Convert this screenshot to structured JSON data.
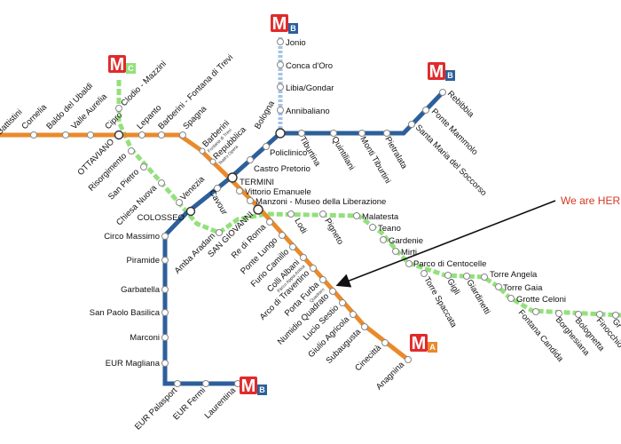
{
  "colors": {
    "line_a": "#e98a2b",
    "line_b": "#2d5f9a",
    "line_b1": "#a4c3e2",
    "line_c": "#93e07c",
    "logo_red": "#e02b2b",
    "annotation": "#d4381f"
  },
  "logos": {
    "b1_top": {
      "m": "M",
      "letter": "B"
    },
    "c": {
      "m": "M",
      "letter": "C"
    },
    "b_rebibbia": {
      "m": "M",
      "letter": "B"
    },
    "a_anagnina": {
      "m": "M",
      "letter": "A"
    },
    "b_laurentina": {
      "m": "M",
      "letter": "B"
    }
  },
  "annotation": {
    "text": "We are HERE"
  },
  "stations": {
    "battistini": "Battistini",
    "cornelia": "Cornelia",
    "baldo": "Baldo del Ubaldi",
    "valle_aurelia": "Valle Aurelia",
    "cipro": "Cipro",
    "clodio": "Clodio - Mazzini",
    "ottaviano": "OTTAVIANO",
    "lepanto": "Lepanto",
    "barberini_fontana": "Barberini - Fontana di Trevi",
    "spagna": "Spagna",
    "risorgimento": "Risorgimento",
    "san_pietro": "San Pietro",
    "chiesa_nuova": "Chiesa Nuova",
    "venezia": "Venezia",
    "colosseo": "COLOSSEO",
    "circo_massimo": "Circo Massimo",
    "piramide": "Piramide",
    "garbatella": "Garbatella",
    "san_paolo": "San Paolo Basilica",
    "marconi": "Marconi",
    "eur_magliana": "EUR Magliana",
    "eur_palasport": "EUR Palasport",
    "eur_fermi": "EUR Fermi",
    "laurentina": "Laurentina",
    "jonio": "Jonio",
    "conca_oro": "Conca d'Oro",
    "libia": "Libia/Gondar",
    "annibaliano": "Annibaliano",
    "bologna": "Bologna",
    "policlinico": "Policlinico",
    "castro_pretorio": "Castro Pretorio",
    "termini": "TERMINI",
    "barberini": "Barberini",
    "barberini_small": "Fontana di Trevi",
    "repubblica": "Repubblica",
    "repubblica_small": "Teatro Opera",
    "tiburtina": "Tiburtina",
    "quintiliani": "Quintiliani",
    "monti_tiburtini": "Monti Tiburtini",
    "pietralata": "Pietralata",
    "santa_maria": "Santa Maria del Soccorso",
    "ponte_mammolo": "Ponte Mammolo",
    "rebibbia": "Rebibbia",
    "vittorio": "Vittorio Emanuele",
    "manzoni": "Manzoni - Museo della Liberazione",
    "cavour": "Cavour",
    "amba_aradam": "Amba Aradam",
    "san_giovanni": "SAN GIOVANNI",
    "re_di_roma": "Re di Roma",
    "ponte_lungo": "Ponte Lungo",
    "furio_camillo": "Furio Camillo",
    "colli_albani": "Colli Albani",
    "colli_small": "Parco Appia Antica",
    "arco_travertino": "Arco di Travertino",
    "porta_furba": "Porta Furba",
    "porta_small": "Quadraro",
    "numidio": "Numidio Quadrato",
    "lucio_sestio": "Lucio Sestio",
    "giulio_agricola": "Giulio Agricola",
    "subaugusta": "Subaugusta",
    "cinecitta": "Cinecittà",
    "anagnina": "Anagnina",
    "lodi": "Lodi",
    "pigneto": "Pigneto",
    "malatesta": "Malatesta",
    "teano": "Teano",
    "gardenie": "Gardenie",
    "mirti": "Mirti",
    "parco_centocelle": "Parco di Centocelle",
    "torre_spaccata": "Torre Spaccata",
    "gigli": "Gigli",
    "giardinetti": "Giardinetti",
    "torre_angela": "Torre Angela",
    "torre_gaia": "Torre Gaia",
    "grotte_celoni": "Grotte Celoni",
    "fontana_candida": "Fontana Candida",
    "borghesiana": "Borghesiana",
    "bolognetta": "Bolognetta",
    "finocchio": "Finocchio",
    "graniti": "Gr"
  }
}
